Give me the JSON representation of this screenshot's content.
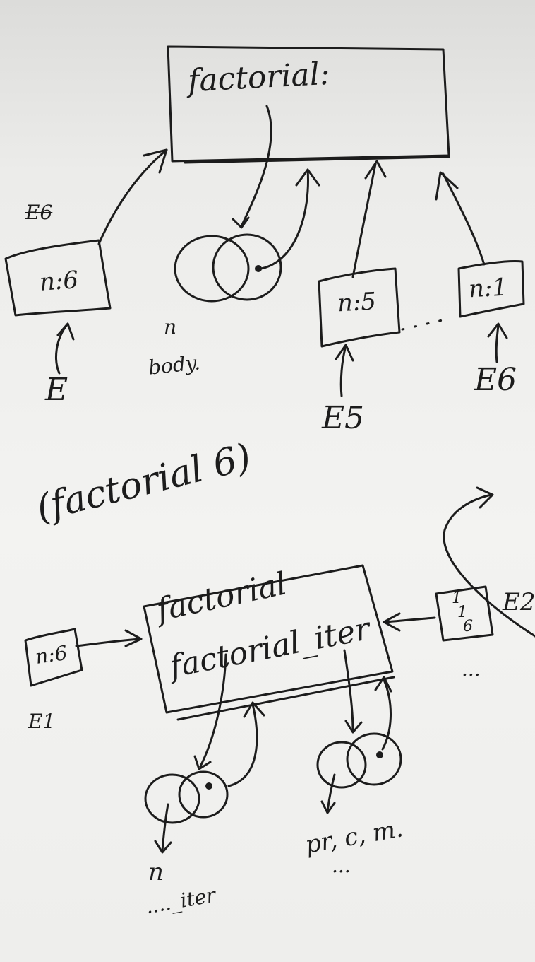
{
  "top": {
    "frame_title": "factorial:",
    "env_e6_crossed": "E6",
    "env_box_left": "n:6",
    "env_box_mid": "n:5",
    "env_box_right": "n:1",
    "ellipsis": "....",
    "body_note_1": "n",
    "body_note_2": "body.",
    "pointer_left": "E",
    "pointer_mid": "E5",
    "pointer_right": "E6"
  },
  "middle": {
    "call_text": "(factorial 6)"
  },
  "bottom": {
    "frame_line_1": "factorial",
    "frame_line_2": "factorial_iter",
    "env_box_left": "n:6",
    "env_label_left": "E1",
    "env_box_right_1": "1",
    "env_box_right_2": "1",
    "env_box_right_3": "6",
    "env_label_right": "E2",
    "right_ellipsis": "...",
    "left_note_1": "n",
    "left_note_2": "...._iter",
    "right_note_1": "pr, c, m.",
    "right_note_2": "..."
  }
}
